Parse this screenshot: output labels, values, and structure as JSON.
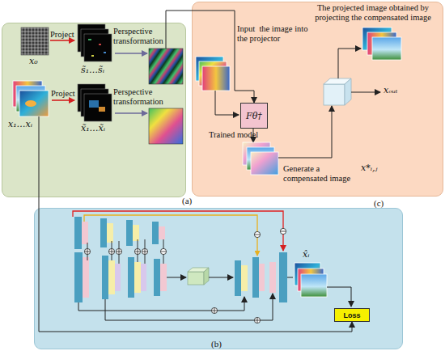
{
  "diagram": {
    "nodes": [
      {
        "text": [
          "(a)"
        ]
      },
      {
        "text": [
          "(c)"
        ]
      },
      {
        "text": [
          "(b)"
        ]
      },
      {
        "text": [
          "Fθ†"
        ],
        "in": 1
      },
      {
        "text": [
          "Loss"
        ],
        "in": 2
      }
    ],
    "edges": [
      {
        "from": 0,
        "to": 3,
        "arrow": "to"
      },
      {
        "from": 0,
        "to": 4,
        "arrow": "to"
      }
    ],
    "labels": [
      "Project",
      "Perspective transformation",
      "x₀",
      "s̃₁…s̃ᵢ",
      "Project",
      "Perspective transformation",
      "x₁…xᵢ",
      "x̃₁…x̃ᵢ",
      "The projected image obtained by projecting the compensated image",
      "Input  the image into the projector",
      "Trained model",
      "Generate a compensated image",
      "x*ᵢ,ⱼ",
      "xₒᵤₜ",
      "x̂ᵢ"
    ]
  }
}
